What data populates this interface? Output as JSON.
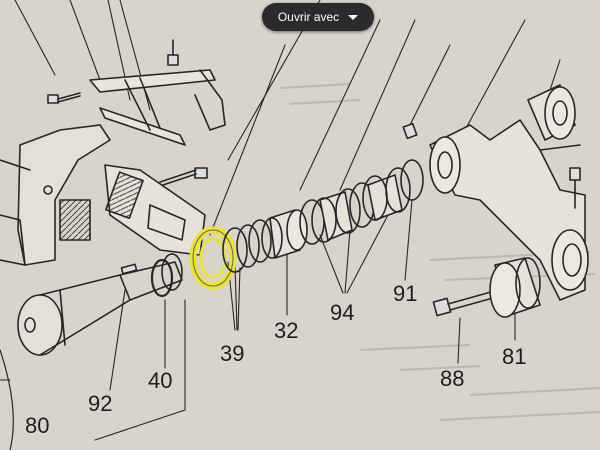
{
  "toolbar": {
    "open_with_label": "Ouvrir avec",
    "open_with_icon": "chevron-down-icon"
  },
  "diagram": {
    "highlight_color": "#e8e23a",
    "labels": [
      {
        "id": "80",
        "text": "80"
      },
      {
        "id": "92",
        "text": "92"
      },
      {
        "id": "40",
        "text": "40"
      },
      {
        "id": "39",
        "text": "39"
      },
      {
        "id": "32",
        "text": "32"
      },
      {
        "id": "94",
        "text": "94"
      },
      {
        "id": "91",
        "text": "91"
      },
      {
        "id": "88",
        "text": "88"
      },
      {
        "id": "81",
        "text": "81"
      }
    ]
  }
}
